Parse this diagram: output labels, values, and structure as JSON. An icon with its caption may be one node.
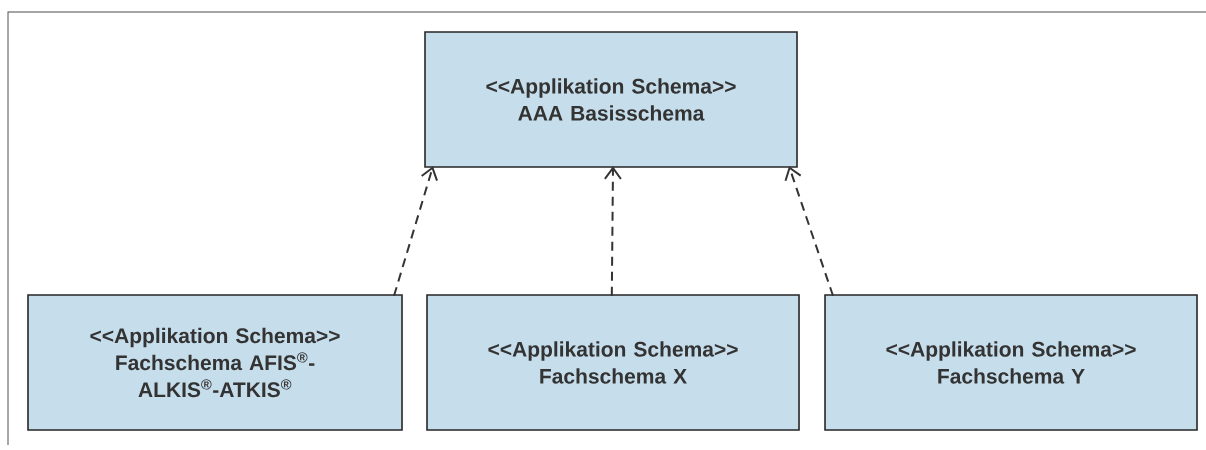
{
  "diagram": {
    "nodes": [
      {
        "text": [
          "<<Applikation Schema>> AAA Basisschema"
        ]
      },
      {
        "text": [
          "<<Applikation Schema>> Fachschema AFIS$^{®}$-ALKIS$^{®}$-ATKIS$^{®}$"
        ]
      },
      {
        "text": [
          "<<Applikation Schema>> Fachschema X"
        ]
      },
      {
        "text": [
          "<<Applikation Schema>> Fachschema Y"
        ]
      }
    ],
    "edges": [
      {
        "from": 1,
        "to": 0,
        "arrow": "to",
        "style": "dashed"
      },
      {
        "from": 2,
        "to": 0,
        "arrow": "to",
        "style": "dashed"
      },
      {
        "from": 3,
        "to": 0,
        "arrow": "to",
        "style": "dashed"
      }
    ]
  }
}
